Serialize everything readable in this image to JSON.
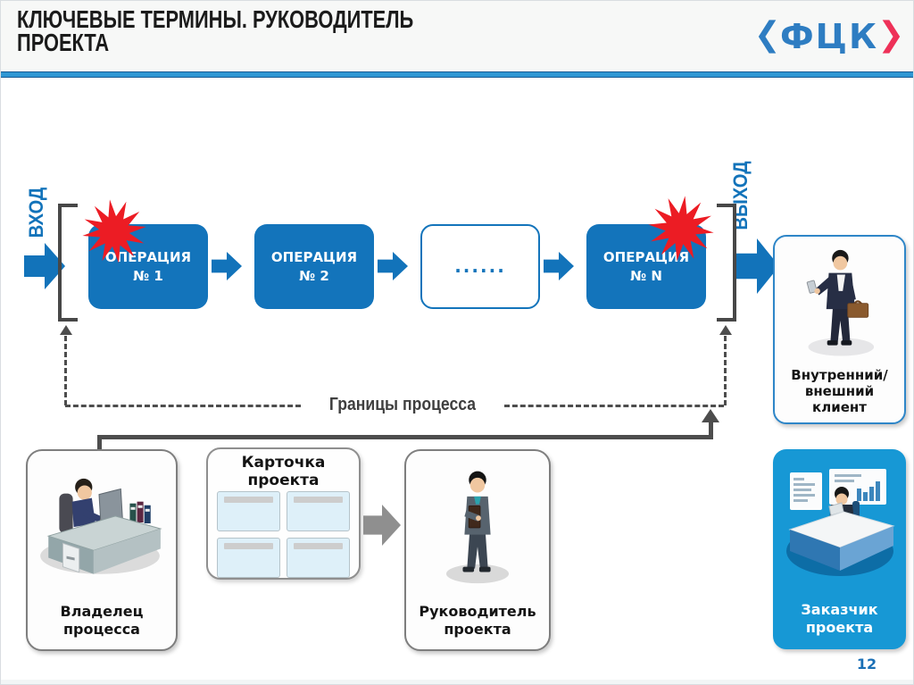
{
  "slide": {
    "title_line1": "КЛЮЧЕВЫЕ ТЕРМИНЫ. РУКОВОДИТЕЛЬ",
    "title_line2": "ПРОЕКТА",
    "page_number": "12"
  },
  "logo": {
    "text": "ФЦК"
  },
  "process": {
    "input_label": "ВХОД",
    "output_label": "ВЫХОД",
    "boundary_label": "Границы процесса",
    "operations": [
      {
        "line1": "ОПЕРАЦИЯ",
        "line2": "№ 1"
      },
      {
        "line1": "ОПЕРАЦИЯ",
        "line2": "№ 2"
      },
      {
        "line1": "......",
        "line2": ""
      },
      {
        "line1": "ОПЕРАЦИЯ",
        "line2": "№ N"
      }
    ]
  },
  "cards": {
    "client": {
      "line1": "Внутренний/",
      "line2": "внешний",
      "line3": "клиент"
    },
    "owner": {
      "line1": "Владелец",
      "line2": "процесса"
    },
    "project_card": {
      "line1": "Карточка",
      "line2": "проекта"
    },
    "manager": {
      "line1": "Руководитель",
      "line2": "проекта"
    },
    "customer": {
      "line1": "Заказчик",
      "line2": "проекта"
    }
  },
  "colors": {
    "primary_blue": "#1374bb",
    "accent_line_blue": "#2e96d3",
    "star_red": "#ec1c24",
    "customer_card_blue": "#1798d5",
    "logo_blue": "#2e7dc2",
    "logo_pink": "#ee3158"
  }
}
